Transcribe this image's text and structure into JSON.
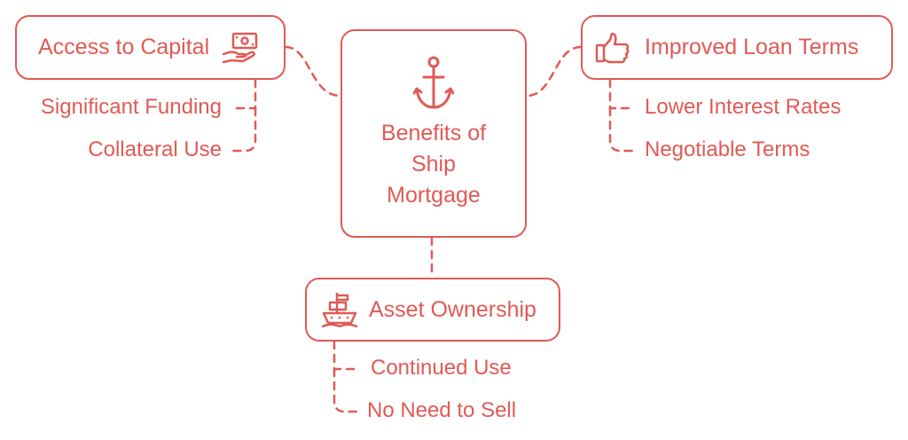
{
  "colors": {
    "accent": "#e05a55"
  },
  "center": {
    "title_line1": "Benefits of",
    "title_line2": "Ship",
    "title_line3": "Mortgage",
    "icon": "anchor-icon"
  },
  "capital": {
    "title": "Access to Capital",
    "icon": "money-hand-icon",
    "items": [
      "Significant Funding",
      "Collateral Use"
    ]
  },
  "loan": {
    "title": "Improved Loan Terms",
    "icon": "thumbs-up-icon",
    "items": [
      "Lower Interest Rates",
      "Negotiable Terms"
    ]
  },
  "asset": {
    "title": "Asset Ownership",
    "icon": "ship-icon",
    "items": [
      "Continued Use",
      "No Need to Sell"
    ]
  }
}
